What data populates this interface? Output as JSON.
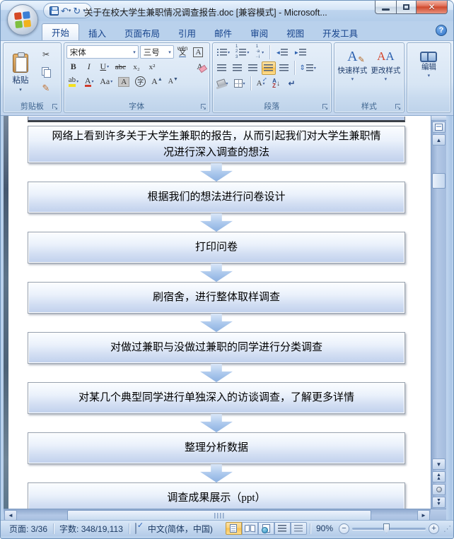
{
  "title_bar": {
    "title": "关于在校大学生兼职情况调查报告.doc [兼容模式] - Microsoft..."
  },
  "ribbon": {
    "tabs": [
      {
        "label": "开始",
        "active": true
      },
      {
        "label": "插入"
      },
      {
        "label": "页面布局"
      },
      {
        "label": "引用"
      },
      {
        "label": "邮件"
      },
      {
        "label": "审阅"
      },
      {
        "label": "视图"
      },
      {
        "label": "开发工具"
      }
    ],
    "clipboard": {
      "label": "剪贴板",
      "paste": "粘贴"
    },
    "font": {
      "label": "字体",
      "name": "宋体",
      "size": "三号",
      "phonetic_top": "wén",
      "phonetic_bottom": "文",
      "char_border": "A",
      "bold": "B",
      "italic": "I",
      "underline": "U",
      "strike": "abc",
      "subscript": "x₂",
      "superscript": "x²",
      "clear_format": "A",
      "highlight": "ab",
      "font_color": "A",
      "change_case": "Aa",
      "char_shading": "A",
      "enclose_char": "字",
      "grow_font": "A",
      "shrink_font": "A"
    },
    "paragraph": {
      "label": "段落",
      "sort_a": "A",
      "sort_z": "Z",
      "sort_arrow": "↓",
      "show_hide": "↵"
    },
    "styles": {
      "label": "样式",
      "quick_styles": "快速样式",
      "change_styles": "更改样式",
      "quick_icon": "A",
      "change_icon_1": "A",
      "change_icon_2": "A"
    },
    "editing": {
      "label": "编辑"
    },
    "help": "?"
  },
  "document": {
    "steps": [
      "网络上看到许多关于大学生兼职的报告，从而引起我们对大学生兼职情况进行深入调查的想法",
      "根据我们的想法进行问卷设计",
      "打印问卷",
      "刷宿舍，进行整体取样调查",
      "对做过兼职与没做过兼职的同学进行分类调查",
      "对某几个典型同学进行单独深入的访谈调查，了解更多详情",
      "整理分析数据",
      "调查成果展示（ppt）"
    ]
  },
  "status_bar": {
    "page": "页面: 3/36",
    "words": "字数: 348/19,113",
    "language": "中文(简体，中国)",
    "zoom": "90%",
    "zoom_out": "−",
    "zoom_in": "+"
  },
  "colors": {
    "highlight_active": "#f9c14f",
    "box_fill_bottom": "#c0d0ec",
    "arrow_fill": "#9dbce6",
    "tab_text": "#15428b"
  }
}
